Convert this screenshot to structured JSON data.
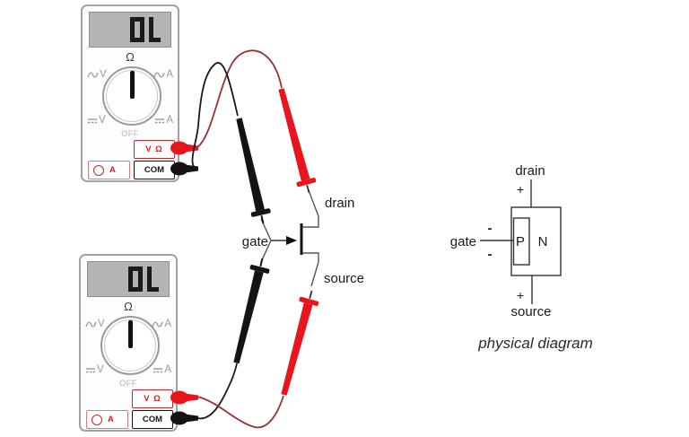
{
  "colors": {
    "probe_red": "#e8151d",
    "wire_red": "#993333",
    "wire_black": "#1a1a1a",
    "jack_red": "#cc2229",
    "meter_border": "#a2a2a2",
    "display_bg": "#b4b4b4"
  },
  "meters": [
    {
      "id": "top-multimeter",
      "display": "OL",
      "dial": {
        "ohms": "Ω",
        "ac_volts": "V",
        "ac_amps": "A",
        "dc_volts": "V",
        "dc_amps": "A",
        "off": "OFF",
        "ac_icon": "sine-wave-icon",
        "dc_icon": "direct-current-icon"
      },
      "jacks": {
        "volts_ohms": "V Ω",
        "common": "COM",
        "amps": "A"
      }
    },
    {
      "id": "bottom-multimeter",
      "display": "OL",
      "dial": {
        "ohms": "Ω",
        "ac_volts": "V",
        "ac_amps": "A",
        "dc_volts": "V",
        "dc_amps": "A",
        "off": "OFF",
        "ac_icon": "sine-wave-icon",
        "dc_icon": "direct-current-icon"
      },
      "jacks": {
        "volts_ohms": "V Ω",
        "common": "COM",
        "amps": "A"
      }
    }
  ],
  "jfet": {
    "gate": "gate",
    "drain": "drain",
    "source": "source"
  },
  "physical_diagram": {
    "drain": "drain",
    "drain_polarity": "+",
    "gate": "gate",
    "gate_polarity_top": "-",
    "gate_polarity_bottom": "-",
    "p_region": "P",
    "n_region": "N",
    "source_polarity": "+",
    "source": "source",
    "caption": "physical diagram"
  }
}
